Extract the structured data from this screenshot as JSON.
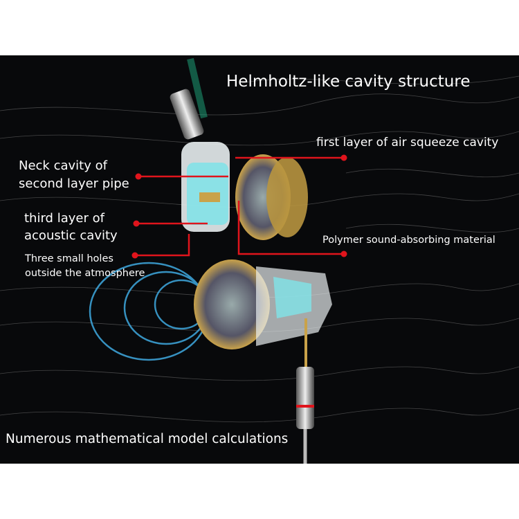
{
  "title": "Helmholtz-like cavity structure",
  "labels": {
    "first_layer": "first layer of air squeeze cavity",
    "neck_line1": "Neck cavity of",
    "neck_line2": "second layer pipe",
    "third_line1": "third layer of",
    "third_line2": "acoustic cavity",
    "polymer": "Polymer sound-absorbing material",
    "holes_line1": "Three small holes",
    "holes_line2": "outside the atmosphere"
  },
  "caption": "Numerous mathematical model calculations",
  "colors": {
    "background": "#08090b",
    "callout": "#e0141c",
    "wave": "#3fa9e0",
    "cavity": "#7fe3e8",
    "gold": "#c9a24a"
  }
}
